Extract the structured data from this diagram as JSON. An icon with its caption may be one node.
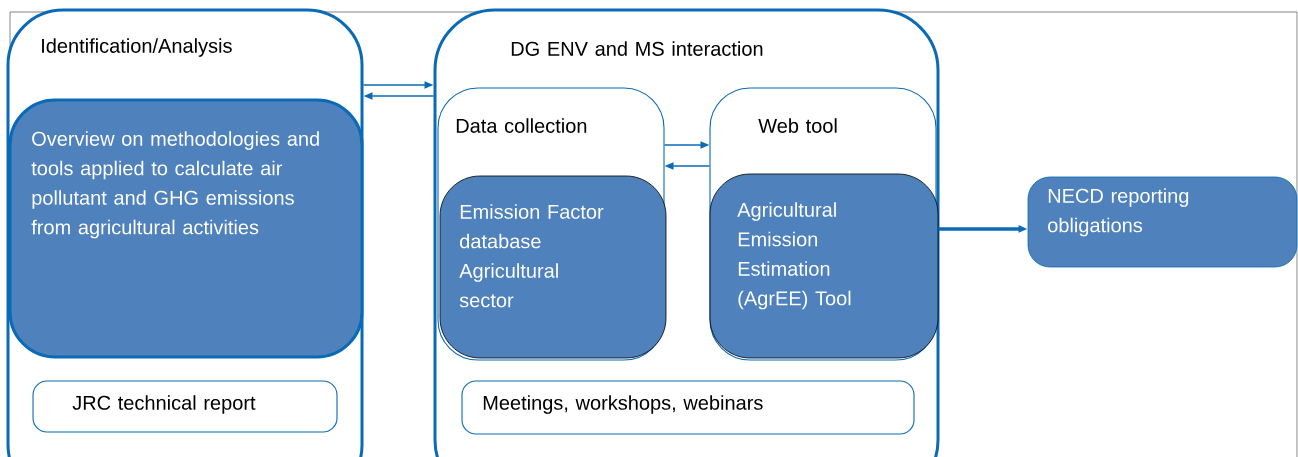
{
  "diagram": {
    "nodes": [
      {
        "text": [
          "Identification/Analysis"
        ]
      },
      {
        "text": [
          "Overview on methodologies and tools applied to calculate air pollutant and GHG emissions from agricultural activities"
        ],
        "in": 0
      },
      {
        "text": [
          "JRC technical report"
        ],
        "in": 0
      },
      {
        "text": [
          "DG ENV and MS interaction"
        ]
      },
      {
        "text": [
          "Data collection"
        ],
        "in": 3
      },
      {
        "text": [
          "Emission Factor database Agricultural sector"
        ],
        "in": 4
      },
      {
        "text": [
          "Web tool"
        ],
        "in": 3
      },
      {
        "text": [
          "Agricultural Emission Estimation (AgrEE) Tool"
        ],
        "in": 6
      },
      {
        "text": [
          "Meetings, workshops, webinars"
        ],
        "in": 3
      },
      {
        "text": [
          "NECD reporting obligations"
        ]
      }
    ],
    "edges": [
      {
        "from": 0,
        "to": 3,
        "arrow": "to"
      },
      {
        "from": 3,
        "to": 0,
        "arrow": "to"
      },
      {
        "from": 4,
        "to": 6,
        "arrow": "to"
      },
      {
        "from": 6,
        "to": 4,
        "arrow": "to"
      },
      {
        "from": 7,
        "to": 9,
        "arrow": "to",
        "style": "thick"
      }
    ]
  }
}
